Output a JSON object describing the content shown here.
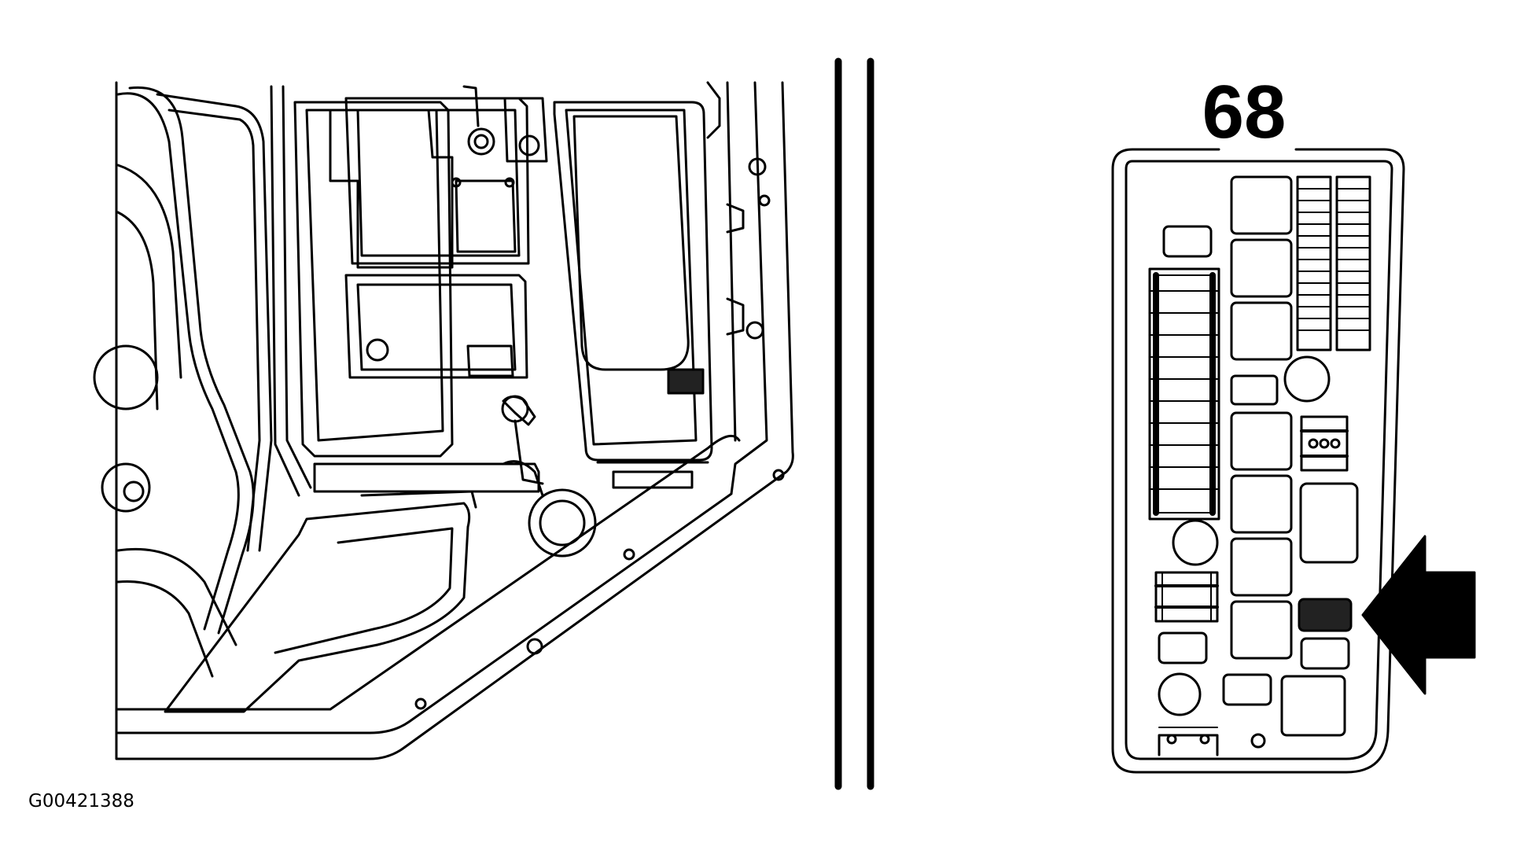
{
  "diagram": {
    "callout_number": "68",
    "figure_id": "G00421388",
    "colors": {
      "ink": "#000000",
      "paper": "#ffffff",
      "highlight": "#222222"
    },
    "icons": {
      "pointer": "arrow-left-icon",
      "divider": "double-vertical-rule"
    }
  }
}
